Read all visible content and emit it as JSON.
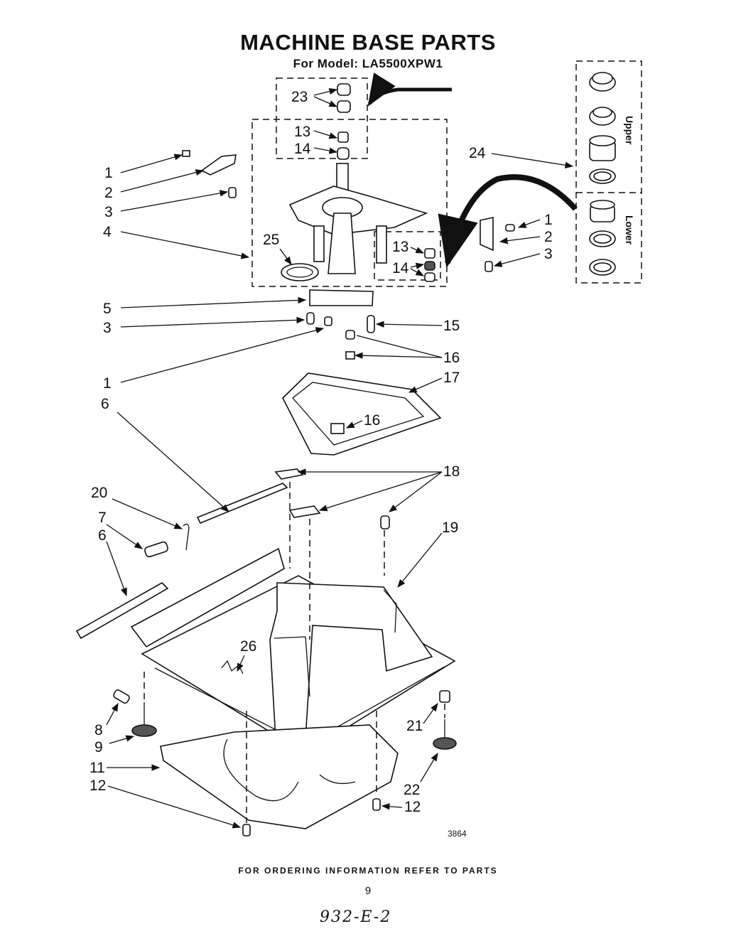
{
  "title": "MACHINE BASE PARTS",
  "subtitle": "For Model: LA5500XPW1",
  "footer_note": "FOR ORDERING INFORMATION REFER TO PARTS",
  "page_number": "9",
  "handwritten_code": "932-E-2",
  "drawing_number": "3864",
  "bearing_labels": {
    "upper": "Upper",
    "lower": "Lower"
  },
  "callouts": {
    "c23": "23",
    "c13a": "13",
    "c14a": "14",
    "c24": "24",
    "c1a": "1",
    "c2a": "2",
    "c3a": "3",
    "c4": "4",
    "c1b": "1",
    "c2b": "2",
    "c3b": "3",
    "c25": "25",
    "c13b": "13",
    "c14b": "14",
    "c5": "5",
    "c3c": "3",
    "c15": "15",
    "c16a": "16",
    "c1c": "1",
    "c17": "17",
    "c6a": "6",
    "c16b": "16",
    "c18": "18",
    "c20": "20",
    "c7": "7",
    "c6b": "6",
    "c19": "19",
    "c26": "26",
    "c8": "8",
    "c9": "9",
    "c21": "21",
    "c11": "11",
    "c12a": "12",
    "c22": "22",
    "c12b": "12"
  }
}
